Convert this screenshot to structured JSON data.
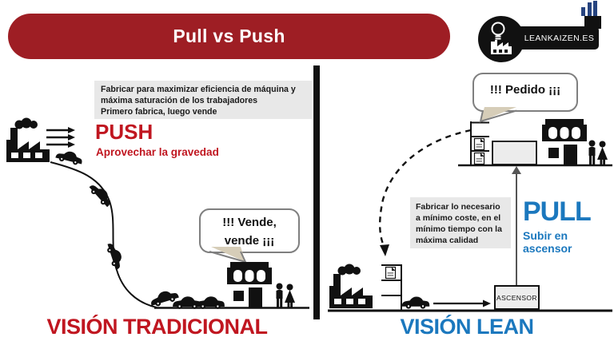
{
  "colors": {
    "banner-red": "#9E1E24",
    "accent-red": "#C01620",
    "accent-blue": "#1B78BE",
    "bubble-tan": "#D6CDB8",
    "bubble-border": "#7F7F7F",
    "box-gray": "#E8E8E8",
    "ink": "#111111",
    "navy": "#26437F"
  },
  "header": {
    "title": "Pull vs Push",
    "logo_text": "LEANKAIZEN.ES"
  },
  "left": {
    "note_line1": "Fabricar para maximizar eficiencia de máquina y máxima saturación de los trabajadores",
    "note_line2": "Primero fabrica, luego vende",
    "method_label": "PUSH",
    "method_sub": "Aprovechar la gravedad",
    "bubble_line1": "!!! Vende,",
    "bubble_line2": "vende ¡¡¡",
    "caption": "VISIÓN TRADICIONAL"
  },
  "right": {
    "bubble": "!!! Pedido ¡¡¡",
    "note": "Fabricar lo necesario a mínimo coste, en el mínimo tiempo con la máxima calidad",
    "method_label": "PULL",
    "method_sub": "Subir en ascensor",
    "elevator_label": "ASCENSOR",
    "caption": "VISIÓN LEAN"
  }
}
